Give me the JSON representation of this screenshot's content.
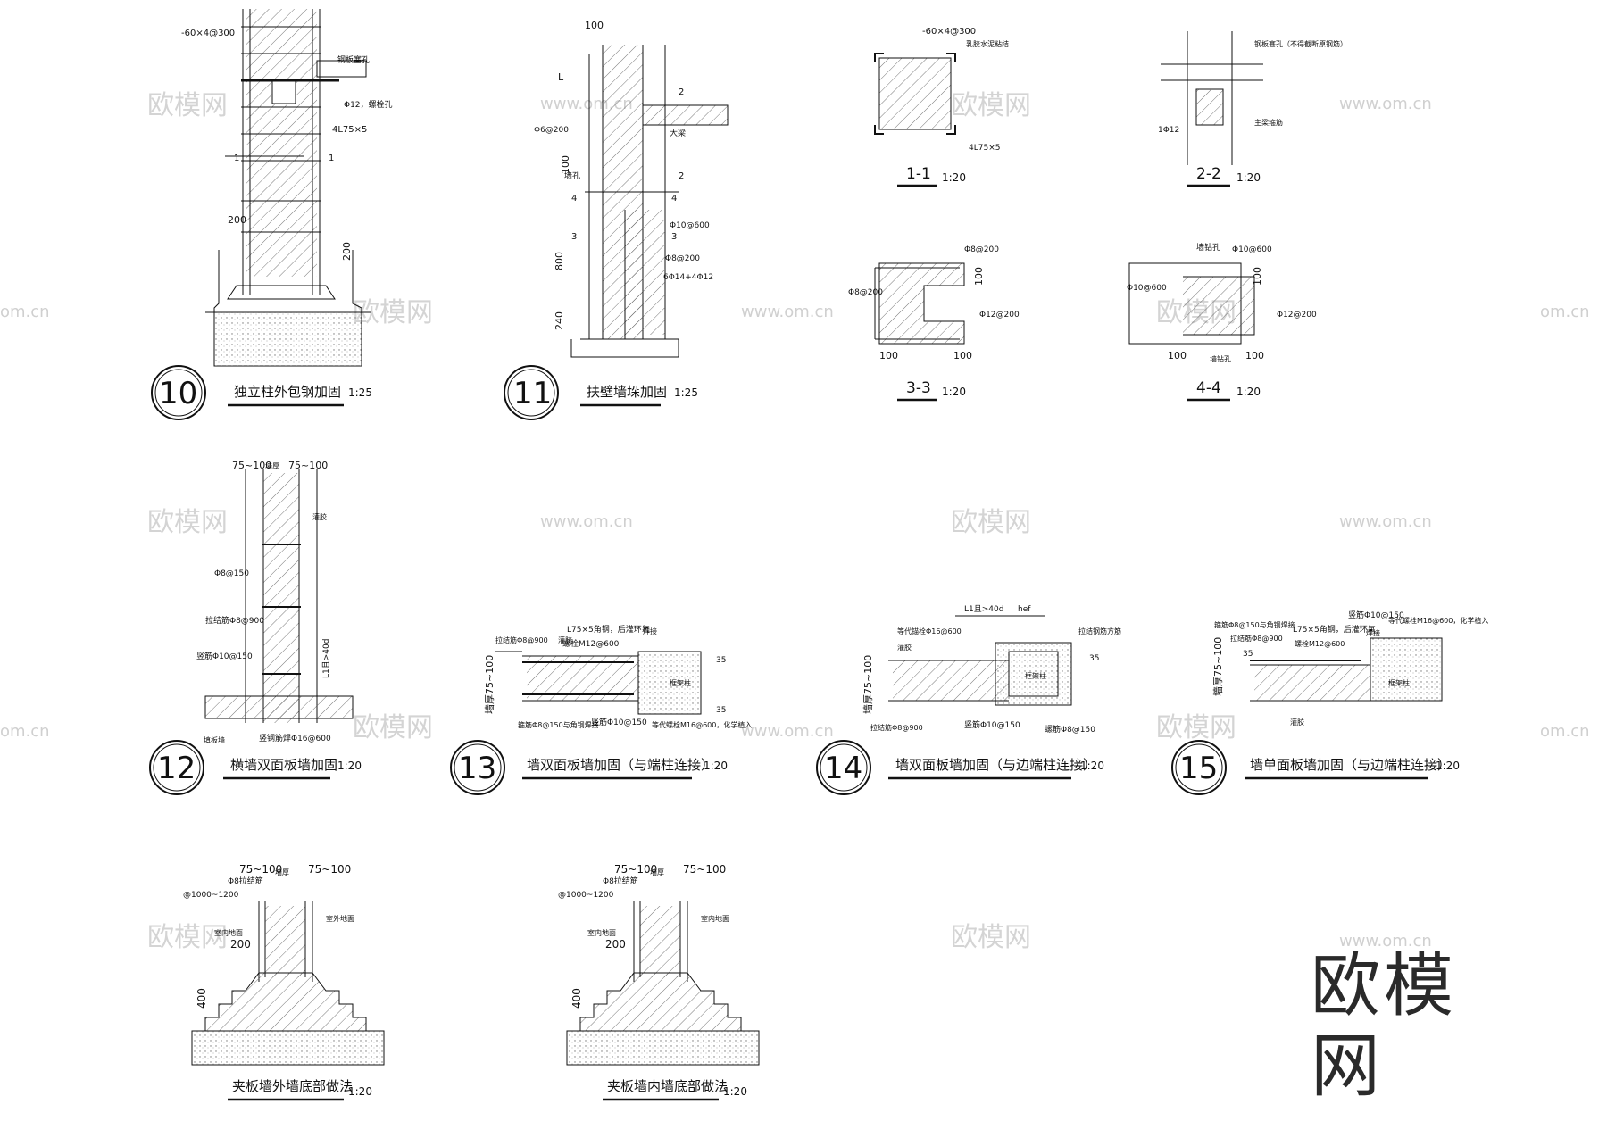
{
  "watermark": {
    "logo": "欧模网",
    "url": "www.om.cn",
    "url_short": "om.cn"
  },
  "details": {
    "d10": {
      "number": "10",
      "title": "独立柱外包钢加固",
      "scale": "1:25",
      "labels": {
        "angle_steel": "-60×4@300",
        "hole": "钢板塞孔",
        "bolt": "Φ12，螺栓孔",
        "angle": "4L75×5",
        "dim200": "200",
        "dim200b": "200",
        "sec1a": "1",
        "sec1b": "1"
      }
    },
    "d11": {
      "number": "11",
      "title": "扶壁墙垛加固",
      "scale": "1:25",
      "labels": {
        "dim100": "100",
        "L": "L",
        "bar": "Φ6@200",
        "dim100b": "100",
        "beam": "大梁",
        "hole": "墙孔",
        "sec2a": "2",
        "sec2b": "2",
        "sec4a": "4",
        "sec4b": "4",
        "sec3a": "3",
        "sec3b": "3",
        "s1": "Φ10@600",
        "s2": "Φ8@200",
        "s3": "6Φ14+4Φ12",
        "dim800": "800",
        "dim240": "240"
      }
    },
    "s11": {
      "title": "1-1",
      "scale": "1:20",
      "labels": {
        "plate": "-60×4@300",
        "glue": "乳胶水泥粘结",
        "angle": "4L75×5"
      }
    },
    "s22": {
      "title": "2-2",
      "scale": "1:20",
      "labels": {
        "note": "钢板塞孔（不得截断原钢筋）",
        "bar": "1Φ12",
        "beam": "主梁箍筋"
      }
    },
    "s33": {
      "title": "3-3",
      "scale": "1:20",
      "labels": {
        "a": "Φ8@200",
        "b": "Φ8@200",
        "c": "Φ12@200",
        "d100": "100",
        "d100b": "100",
        "d100c": "100"
      }
    },
    "s44": {
      "title": "4-4",
      "scale": "1:20",
      "labels": {
        "hole": "墙钻孔",
        "a": "Φ10@600",
        "b": "Φ10@600",
        "c": "Φ12@200",
        "d100": "100",
        "d100b": "100",
        "d100c": "100",
        "hole2": "墙钻孔"
      }
    },
    "d12": {
      "number": "12",
      "title": "横墙双面板墙加固",
      "scale": "1:20",
      "labels": {
        "dim": "75~100",
        "wall": "墙厚",
        "dim2": "75~100",
        "glue": "灌胶",
        "bar1": "Φ8@150",
        "bar2": "拉结筋Φ8@900",
        "bar3": "竖筋Φ10@150",
        "L1": "L1且>40d",
        "bottom": "竖钢筋焊Φ16@600",
        "fill": "填板墙"
      }
    },
    "d13": {
      "number": "13",
      "title": "墙双面板墙加固（与端柱连接）",
      "scale": "1:20",
      "labels": {
        "glue": "灌胶",
        "angle": "L75×5角钢，后灌环氧",
        "weld": "焊接",
        "tie": "拉结筋Φ8@900",
        "bolt": "螺栓M12@600",
        "wall": "墙厚75~100",
        "post": "框架柱",
        "bar1": "箍筋Φ8@150与角钢焊接",
        "bar2": "竖筋Φ10@150",
        "anchor": "等代螺栓M16@600，化学植入",
        "d35a": "35",
        "d35b": "35"
      }
    },
    "d14": {
      "number": "14",
      "title": "墙双面板墙加固（与边端柱连接）",
      "scale": "1:20",
      "labels": {
        "L1": "L1且>40d",
        "hef": "hef",
        "anchor": "等代锚栓Φ16@600",
        "glue": "灌胶",
        "post": "框架柱",
        "beam": "拉结钢筋方筋",
        "wall": "墙厚75~100",
        "tie": "拉结筋Φ8@900",
        "bar": "竖筋Φ10@150",
        "bar2": "螺筋Φ8@150",
        "d35": "35"
      }
    },
    "d15": {
      "number": "15",
      "title": "墙单面板墙加固（与边端柱连接）",
      "scale": "1:20",
      "labels": {
        "bar1": "竖筋Φ10@150",
        "angle": "L75×5角钢，后灌环氧",
        "anchor": "等代螺栓M16@600，化学植入",
        "tie1": "箍筋Φ8@150与角钢焊接",
        "tie2": "拉结筋Φ8@900",
        "bolt": "螺栓M12@600",
        "weld": "焊接",
        "post": "框架柱",
        "wall": "墙厚75~100",
        "glue": "灌胶",
        "d35": "35"
      }
    },
    "e1": {
      "title": "夹板墙外墙底部做法",
      "scale": "1:20",
      "labels": {
        "tie": "Φ8拉结筋",
        "spacing": "@1000~1200",
        "d1": "75~100",
        "wall": "墙厚",
        "d2": "75~100",
        "floor": "室内地面",
        "floor2": "室外地面",
        "d200": "200",
        "d400": "400"
      }
    },
    "e2": {
      "title": "夹板墙内墙底部做法",
      "scale": "1:20",
      "labels": {
        "tie": "Φ8拉结筋",
        "spacing": "@1000~1200",
        "d1": "75~100",
        "wall": "墙厚",
        "d2": "75~100",
        "floor": "室内地面",
        "floor2": "室内地面",
        "d200": "200",
        "d400": "400"
      }
    }
  }
}
